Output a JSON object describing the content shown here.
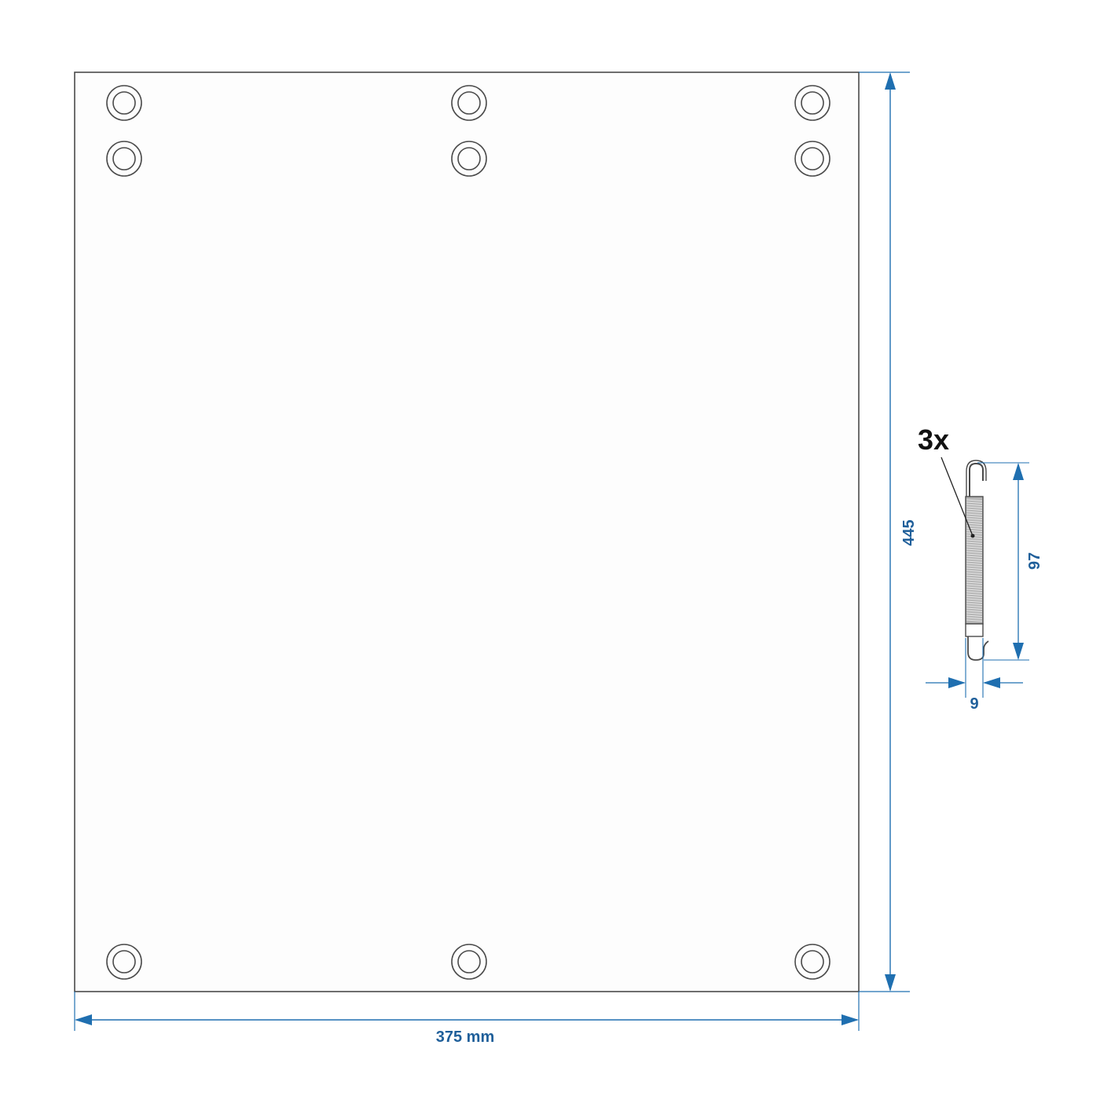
{
  "colors": {
    "outline": "#4a4a4a",
    "dimension": "#1f6fb0",
    "dimension_text": "#1f5f9a",
    "spring_coil": "#9a9a9a",
    "quantity_text": "#111111",
    "background": "#ffffff",
    "panel_fill": "#fdfdfd"
  },
  "panel": {
    "name": "mesh-panel",
    "eyelet_count": 9
  },
  "dimensions": {
    "width_label": "375 mm",
    "height_label": "445",
    "spring_length_label": "97",
    "spring_width_label": "9"
  },
  "spring": {
    "quantity_label": "3x"
  }
}
